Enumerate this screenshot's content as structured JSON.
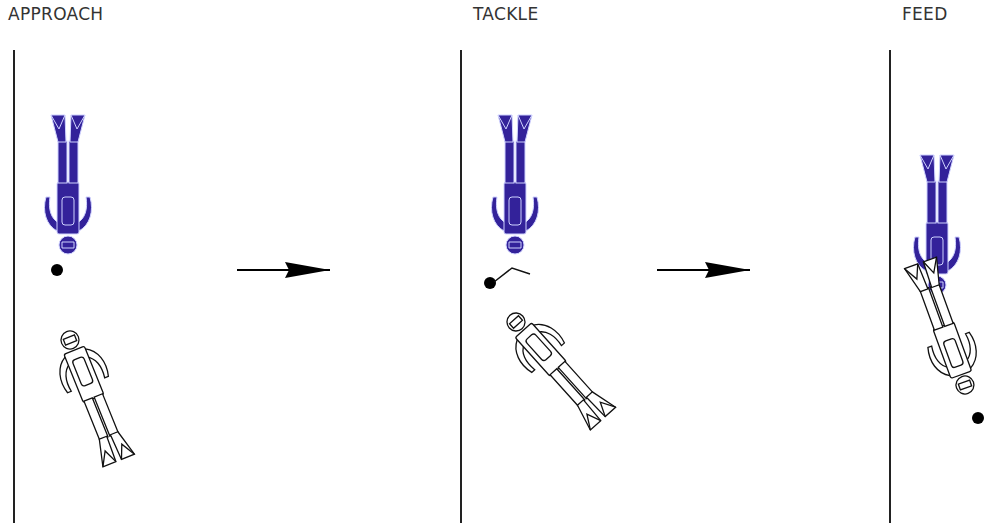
{
  "diagram": {
    "nodes": [
      {
        "text": [
          "APPROACH"
        ]
      },
      {
        "text": [
          "TACKLE"
        ]
      },
      {
        "text": [
          "FEED"
        ]
      }
    ],
    "edges": [
      {
        "from": 0,
        "to": 1,
        "arrow": "to"
      },
      {
        "from": 1,
        "to": 2,
        "arrow": "to"
      }
    ]
  }
}
